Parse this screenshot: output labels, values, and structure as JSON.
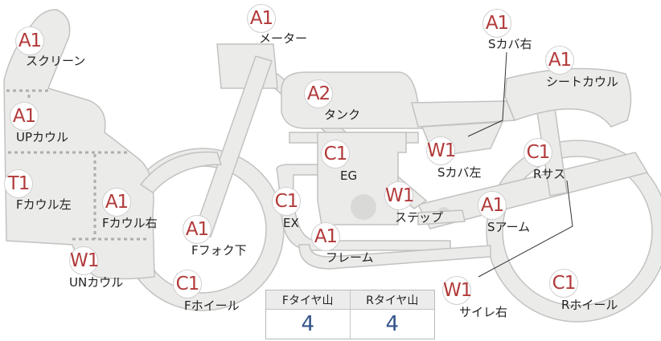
{
  "parts": {
    "screen": {
      "grade": "A1",
      "label": "スクリーン"
    },
    "up_cowl": {
      "grade": "A1",
      "label": "UPカウル"
    },
    "f_cowl_l": {
      "grade": "T1",
      "label": "Fカウル左"
    },
    "f_cowl_r": {
      "grade": "A1",
      "label": "Fカウル右"
    },
    "un_cowl": {
      "grade": "W1",
      "label": "UNカウル"
    },
    "f_fork": {
      "grade": "A1",
      "label": "Fフォク下"
    },
    "f_wheel": {
      "grade": "C1",
      "label": "Fホイール"
    },
    "meter": {
      "grade": "A1",
      "label": "メーター"
    },
    "tank": {
      "grade": "A2",
      "label": "タンク"
    },
    "eg": {
      "grade": "C1",
      "label": "EG"
    },
    "ex": {
      "grade": "C1",
      "label": "EX"
    },
    "frame": {
      "grade": "A1",
      "label": "フレーム"
    },
    "step": {
      "grade": "W1",
      "label": "ステップ"
    },
    "s_cover_r": {
      "grade": "A1",
      "label": "Sカバ右"
    },
    "seat_cowl": {
      "grade": "A1",
      "label": "シートカウル"
    },
    "s_cover_l": {
      "grade": "W1",
      "label": "Sカバ左"
    },
    "r_sus": {
      "grade": "C1",
      "label": "Rサス"
    },
    "s_arm": {
      "grade": "A1",
      "label": "Sアーム"
    },
    "muffler_r": {
      "grade": "W1",
      "label": "サイレ右"
    },
    "r_wheel": {
      "grade": "C1",
      "label": "Rホイール"
    }
  },
  "tread": {
    "front_header": "Fタイヤ山",
    "rear_header": "Rタイヤ山",
    "front_value": "4",
    "rear_value": "4"
  },
  "colors": {
    "part_fill": "#ebebea",
    "part_stroke": "#c2c2c0",
    "grade_text": "#b23a3a",
    "tread_value": "#34548a"
  }
}
